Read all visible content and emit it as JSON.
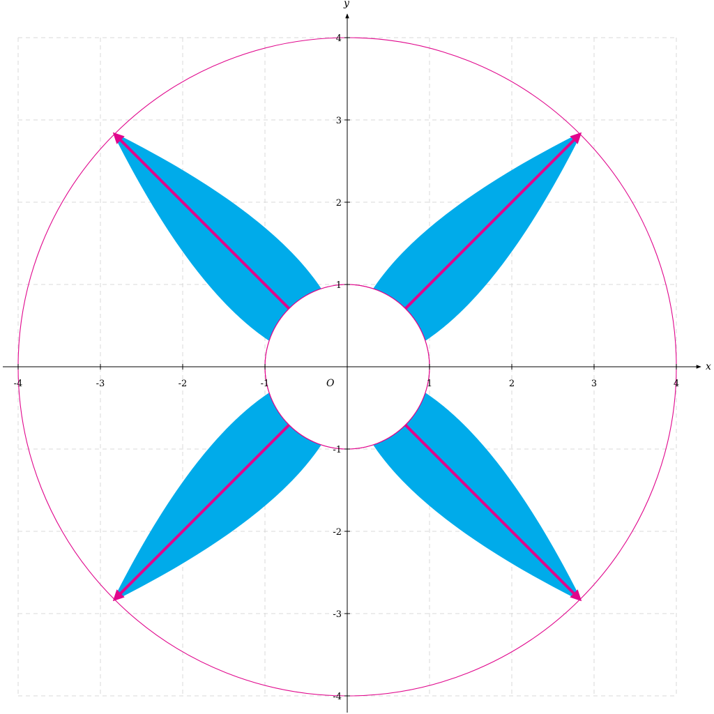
{
  "chart_data": {
    "type": "diagram",
    "xlabel": "x",
    "ylabel": "y",
    "origin_label": "O",
    "xlim": [
      -4,
      4
    ],
    "ylim": [
      -4,
      4
    ],
    "x_ticks": [
      "-4",
      "-3",
      "-2",
      "-1",
      "1",
      "2",
      "3",
      "4"
    ],
    "y_ticks": [
      "4",
      "3",
      "2",
      "1",
      "-1",
      "-2",
      "-3",
      "-4"
    ],
    "grid": true,
    "circles": [
      {
        "name": "outer-circle",
        "radius": 4
      },
      {
        "name": "inner-circle",
        "radius": 1
      }
    ],
    "petals": {
      "count": 4,
      "directions_deg": [
        45,
        135,
        225,
        315
      ],
      "inner_radius": 1,
      "outer_radius": 4
    },
    "arrows": [
      {
        "from": [
          0.707,
          0.707
        ],
        "to": [
          2.83,
          2.83
        ]
      },
      {
        "from": [
          -0.707,
          0.707
        ],
        "to": [
          -2.83,
          2.83
        ]
      },
      {
        "from": [
          -0.707,
          -0.707
        ],
        "to": [
          -2.83,
          -2.83
        ]
      },
      {
        "from": [
          0.707,
          -0.707
        ],
        "to": [
          2.83,
          -2.83
        ]
      }
    ],
    "colors": {
      "petal_fill": "#00abea",
      "circle_stroke": "#e0068c",
      "arrow": "#e0068c",
      "grid": "#d9d9d9",
      "axis": "#000000"
    }
  }
}
